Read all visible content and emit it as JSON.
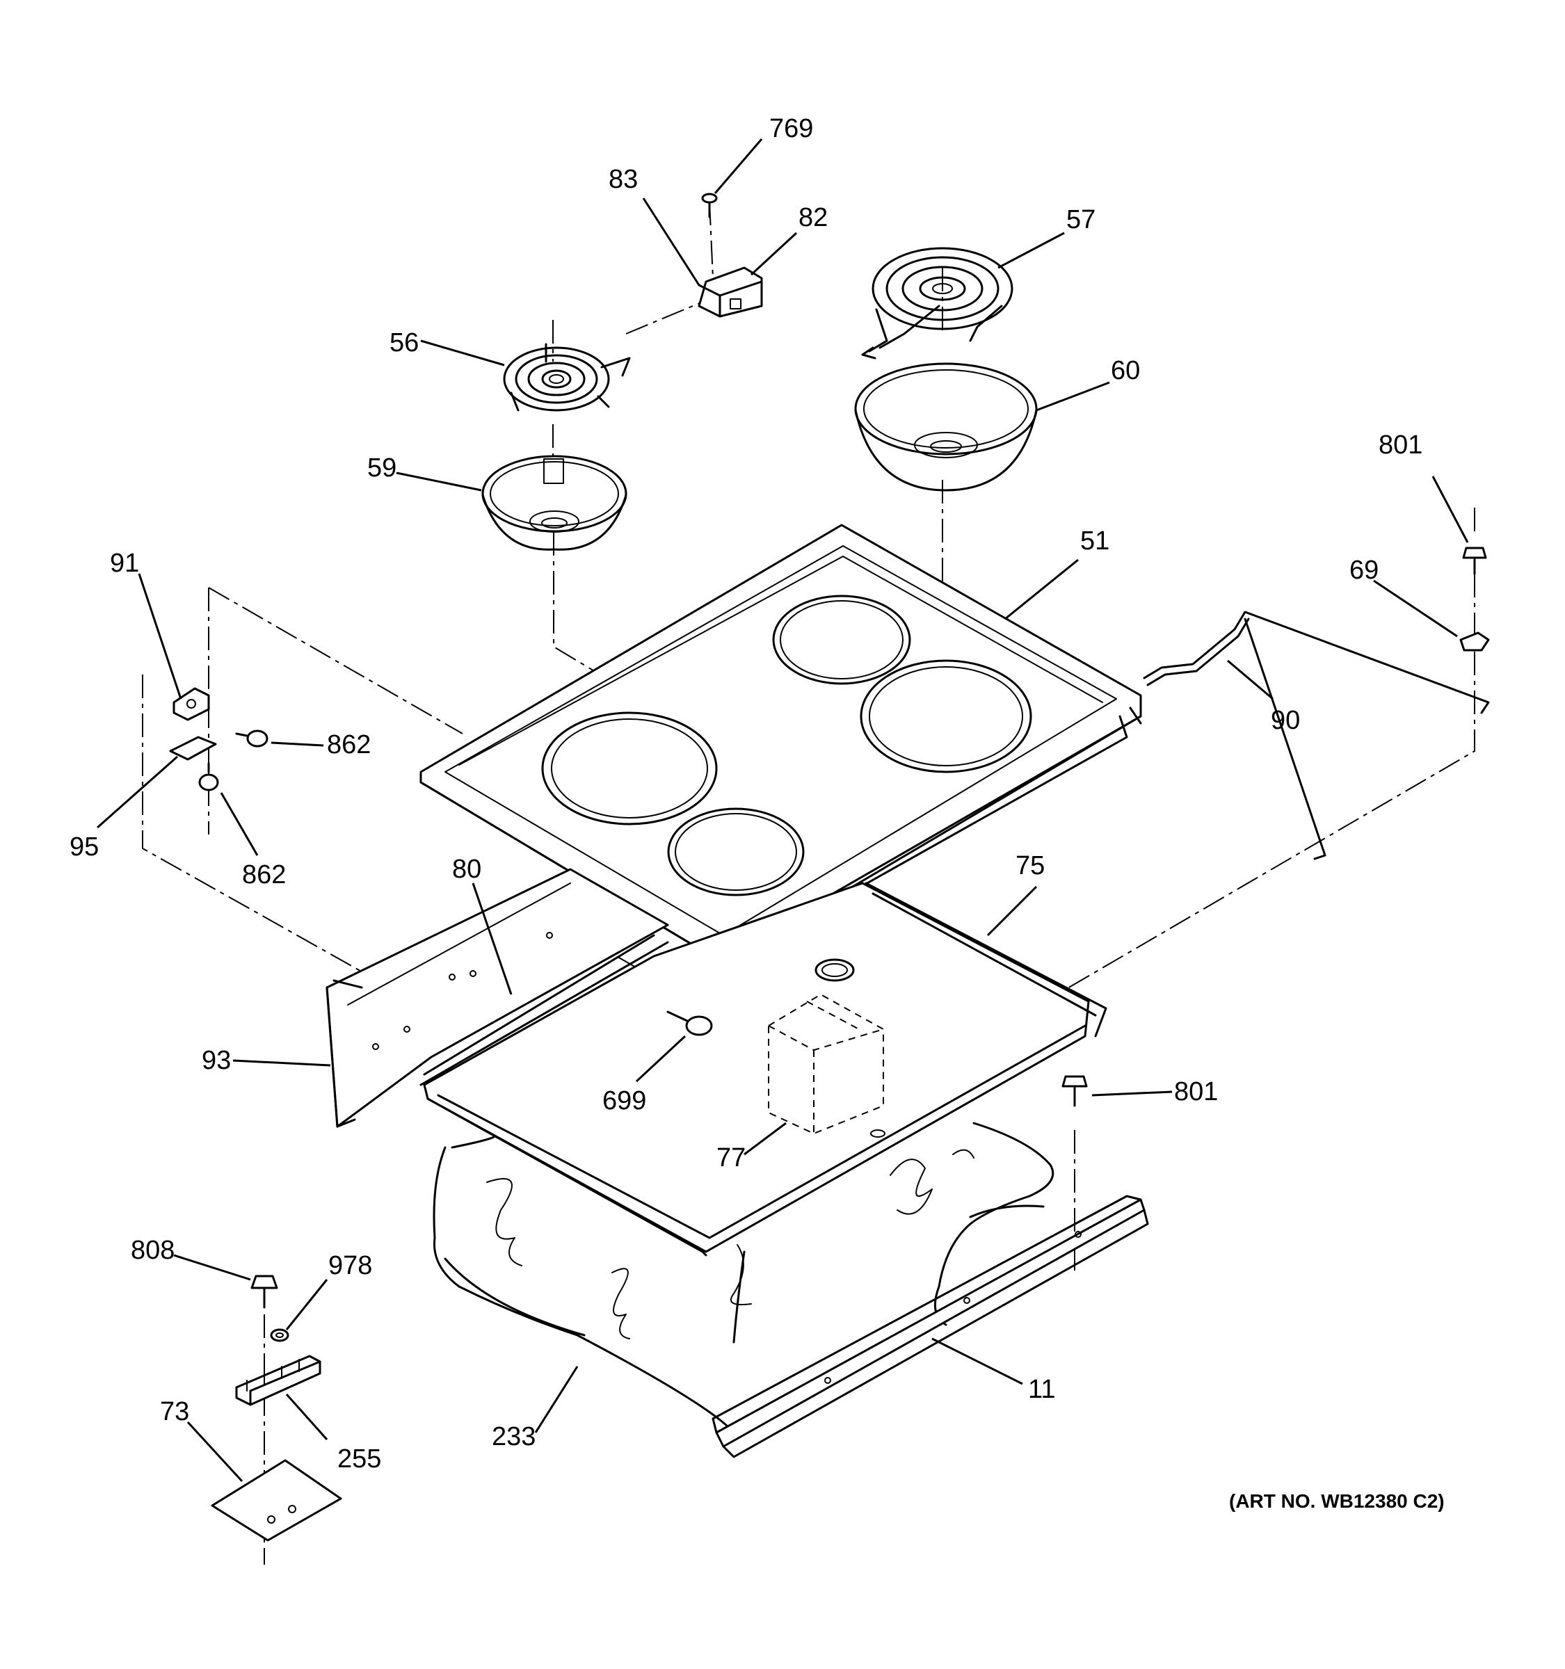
{
  "diagram": {
    "art_number": "(ART NO. WB12380 C2)",
    "callouts": {
      "c769": "769",
      "c83": "83",
      "c82": "82",
      "c57": "57",
      "c56": "56",
      "c60": "60",
      "c59": "59",
      "c801a": "801",
      "c91": "91",
      "c51": "51",
      "c69": "69",
      "c862a": "862",
      "c90": "90",
      "c95": "95",
      "c862b": "862",
      "c80": "80",
      "c75": "75",
      "c93": "93",
      "c699": "699",
      "c801b": "801",
      "c77": "77",
      "c808": "808",
      "c978": "978",
      "c73": "73",
      "c255": "255",
      "c233": "233",
      "c11": "11"
    }
  }
}
